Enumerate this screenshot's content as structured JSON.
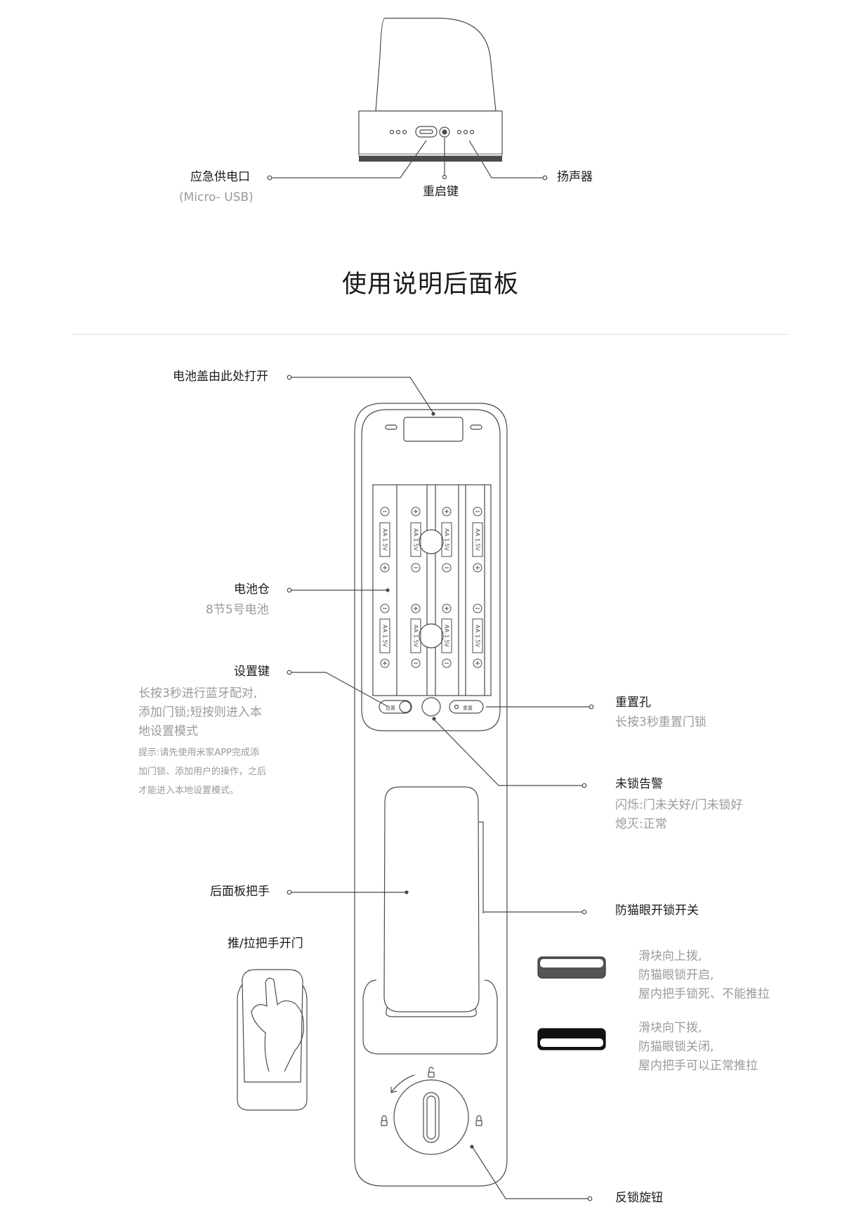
{
  "top": {
    "emergency_power": "应急供电口",
    "emergency_power_sub": "(Micro- USB)",
    "reset_key": "重启键",
    "speaker": "扬声器"
  },
  "section_title": "使用说明后面板",
  "rear": {
    "battery_cover": "电池盖由此处打开",
    "battery_bay": "电池仓",
    "battery_bay_sub": "8节5号电池",
    "settings_key": "设置键",
    "settings_desc_1": "长按3秒进行蓝牙配对,",
    "settings_desc_2": "添加门锁;短按则进入本",
    "settings_desc_3": "地设置模式",
    "settings_tip_1": "提示:请先使用米家APP完成添",
    "settings_tip_2": "加门锁、添加用户的操作，之后",
    "settings_tip_3": "才能进入本地设置模式。",
    "reset_hole": "重置孔",
    "reset_hole_sub": "长按3秒重置门锁",
    "unlocked_alarm": "未锁告警",
    "unlocked_alarm_sub1": "闪烁:门未关好/门未锁好",
    "unlocked_alarm_sub2": "熄灭:正常",
    "rear_handle": "后面板把手",
    "push_pull": "推/拉把手开门",
    "anti_peep_switch": "防猫眼开锁开关",
    "slider_up_1": "滑块向上拨,",
    "slider_up_2": "防猫眼锁开启,",
    "slider_up_3": "屋内把手锁死、不能推拉",
    "slider_down_1": "滑块向下拨,",
    "slider_down_2": "防猫眼锁关闭,",
    "slider_down_3": "屋内把手可以正常推拉",
    "deadbolt_knob": "反锁旋钮",
    "btn_settings": "设置",
    "btn_reset": "重置",
    "battery_label": "AA 1.5V"
  },
  "colors": {
    "line": "#4a4a4a",
    "text_primary": "#1a1a1a",
    "text_secondary": "#9a9a9a"
  }
}
